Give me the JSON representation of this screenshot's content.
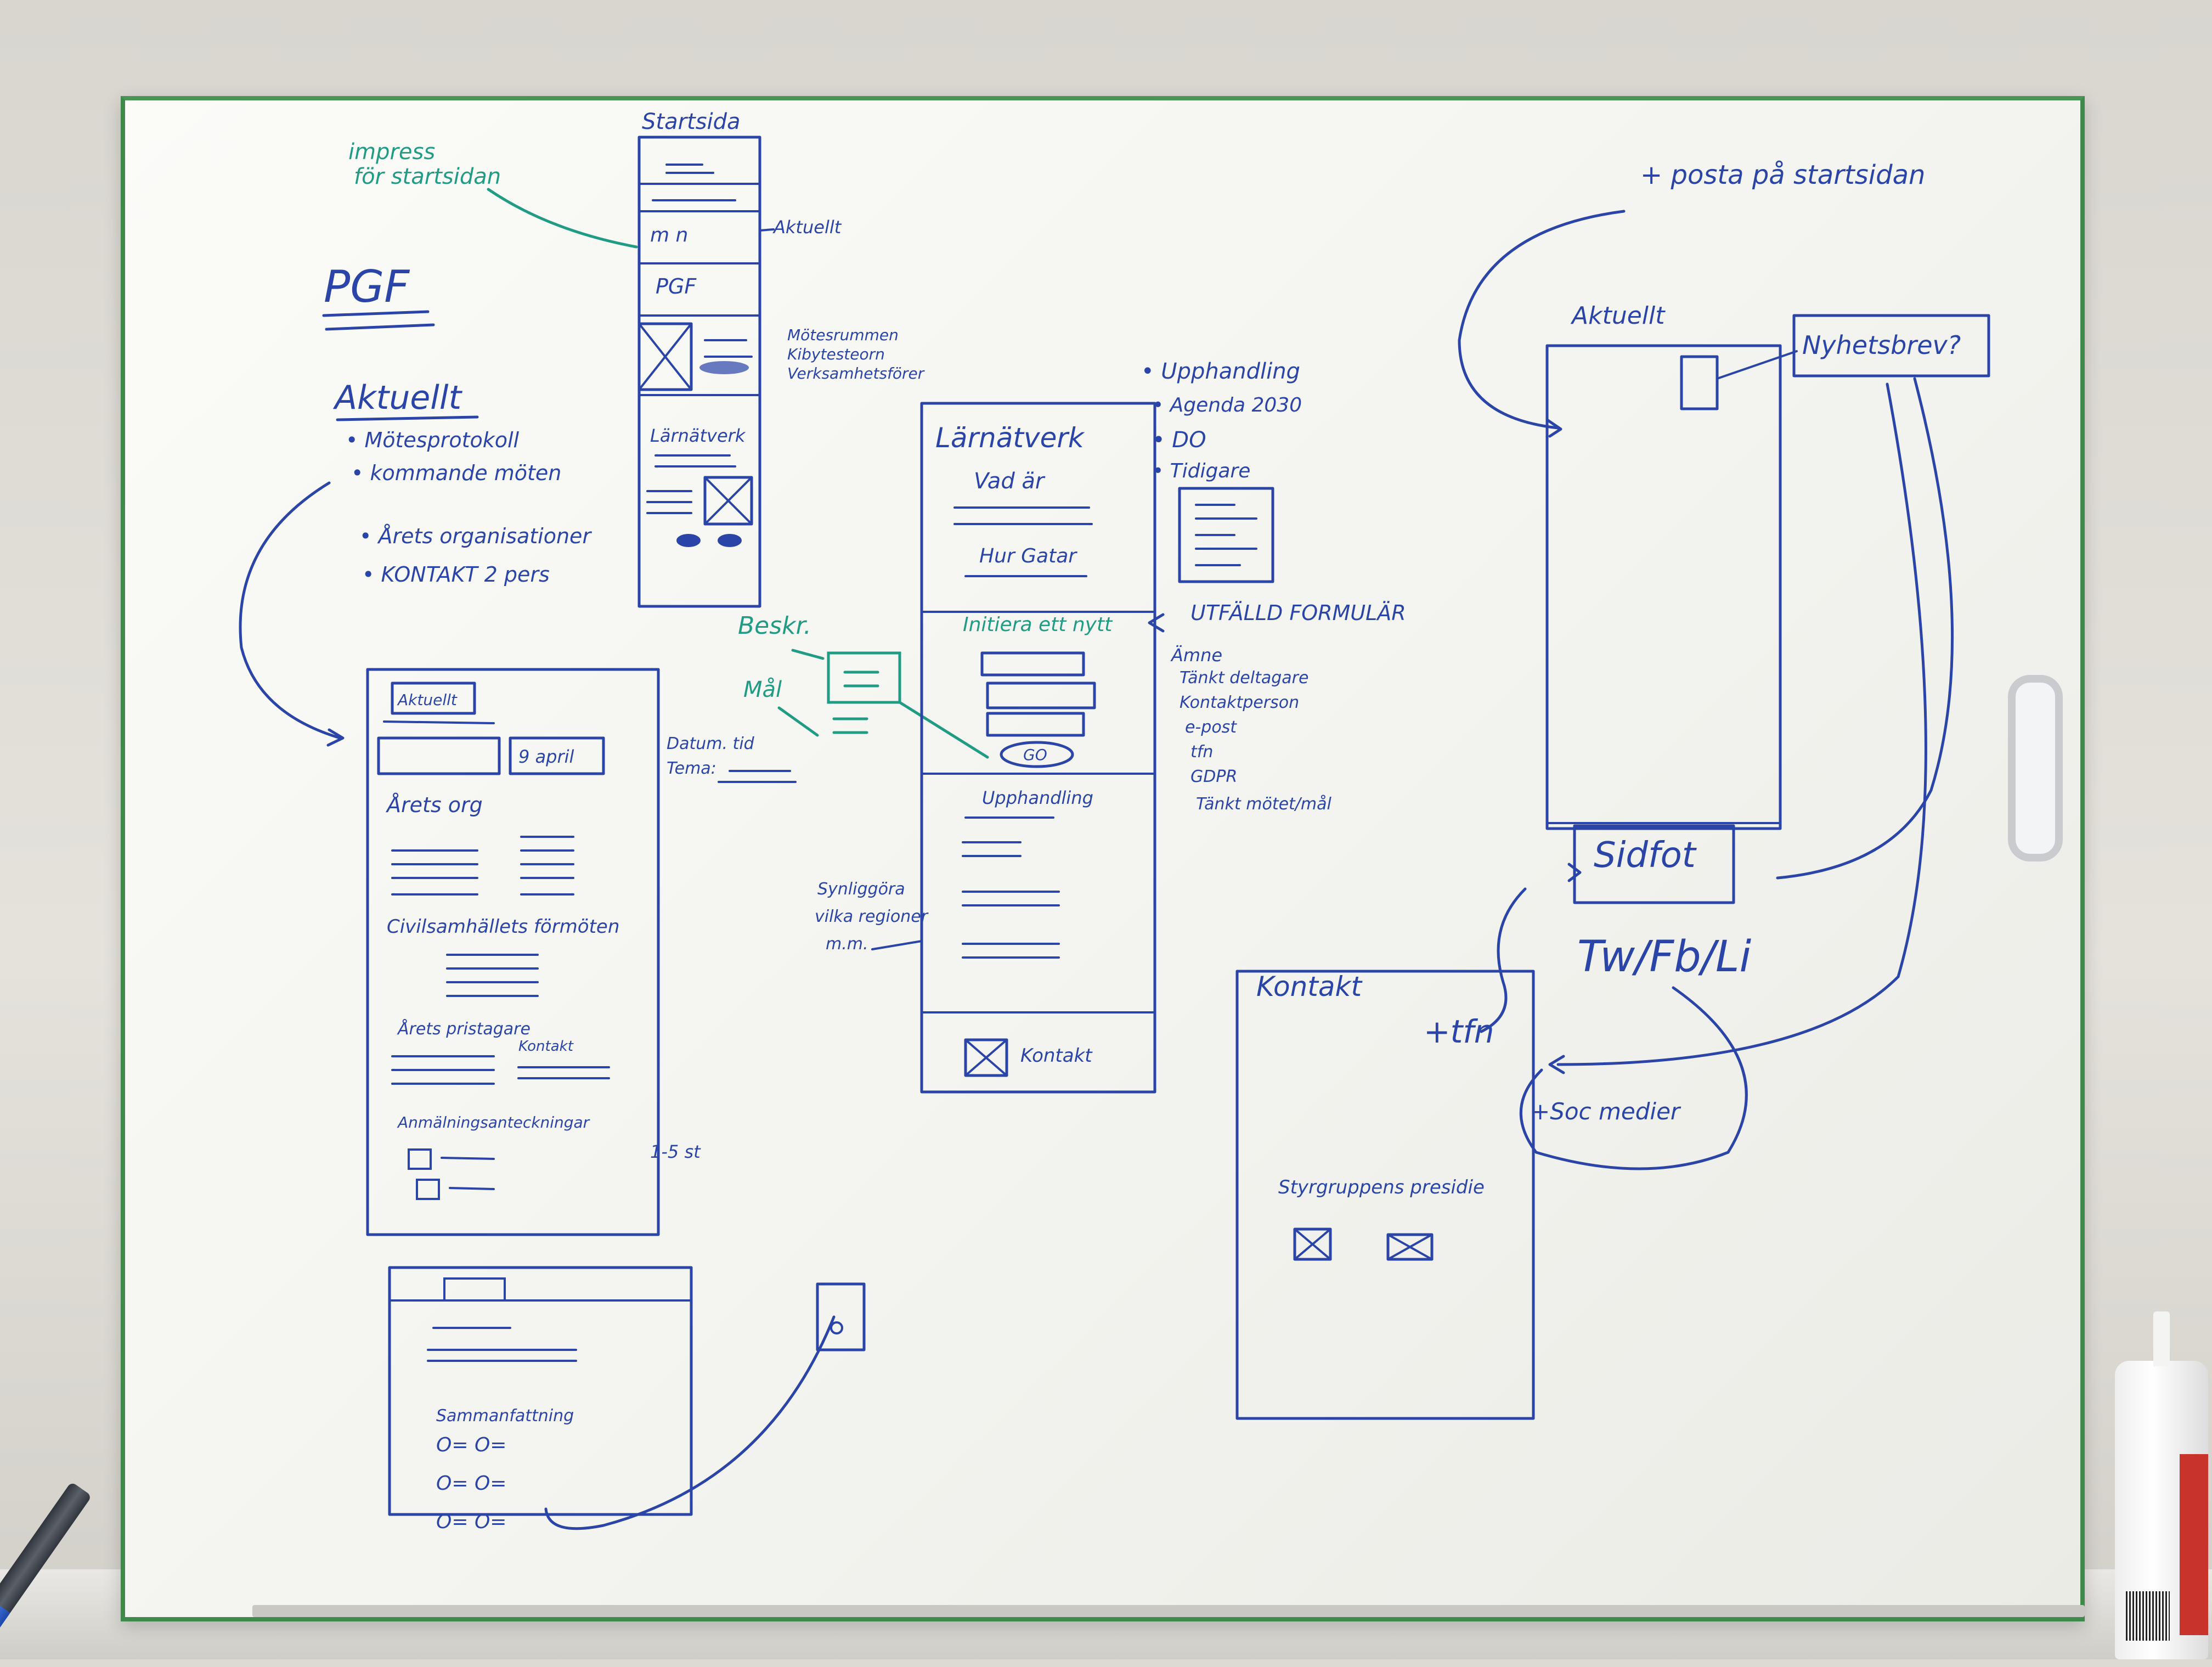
{
  "whiteboard": {
    "title": "PGF",
    "startsida": {
      "heading": "Startsida",
      "aktuellt_callout": "Aktuellt",
      "pgf_label": "PGF",
      "side_notes": [
        "Mötesrummen",
        "Kibytesteorn",
        "Verksamhetsförer"
      ],
      "larnatverk_label": "Lärnätverk"
    },
    "impress_note": [
      "impress",
      "för startsidan"
    ],
    "aktuellt_section": {
      "heading": "Aktuellt",
      "items": [
        "• Mötesprotokoll",
        "• kommande möten",
        "• Årets organisationer",
        "• KONTAKT 2 pers"
      ]
    },
    "aktuellt_page": {
      "tab_label": "Aktuellt",
      "date_box": "9 april",
      "label_aret_org": "Årets org",
      "label_civilsamhallet": "Civilsamhällets förmöten",
      "label_arets_pristagare": "Årets pristagare",
      "label_kontakt": "Kontakt",
      "label_anmalningar": "Anmälningsanteckningar",
      "count_note": "1-5 st",
      "datum_note": [
        "Datum. tid",
        "Tema:"
      ]
    },
    "green_notes": {
      "beskr": "Beskr.",
      "mal": "Mål"
    },
    "larnatverk_page": {
      "heading": "Lärnätverk",
      "vad_ar": "Vad är",
      "hur_gatar": "Hur Gatar",
      "initiera": "Initiera ett nytt",
      "go_button": "GO",
      "upphandling": "Upphandling",
      "kontakt_box": "Kontakt",
      "left_note": [
        "Synliggöra",
        "vilka regioner",
        "m.m."
      ]
    },
    "right_list": {
      "items": [
        "• Upphandling",
        "• Agenda 2030",
        "• DO",
        "• Tidigare"
      ],
      "form_heading": "UTFÄLLD FORMULÄR",
      "form_fields": [
        "Ämne",
        "Tänkt deltagare",
        "Kontaktperson",
        "e-post",
        "tfn",
        "GDPR",
        "Tänkt mötet/mål"
      ]
    },
    "aktuellt_right": {
      "heading": "Aktuellt",
      "nyhetsbrev": "Nyhetsbrev?",
      "top_note": "+ posta på startsidan",
      "sidfot": "Sidfot",
      "social": "Tw/Fb/Li",
      "soc_medier": "+Soc medier"
    },
    "kontakt_page": {
      "heading": "Kontakt",
      "tfn": "+tfn",
      "styrgrupp": "Styrgruppens presidie"
    },
    "bottom_sketch": {
      "label": "Sammanfattning"
    }
  }
}
